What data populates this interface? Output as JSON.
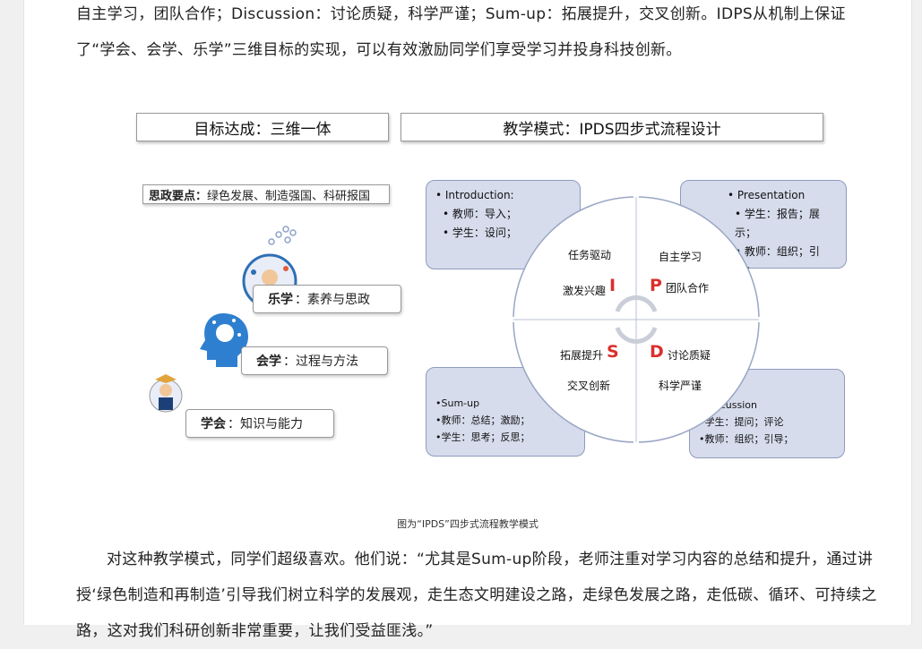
{
  "intro_text": "自主学习，团队合作；Discussion：讨论质疑，科学严谨；Sum-up：拓展提升，交叉创新。IDPS从机制上保证了“学会、会学、乐学”三维目标的实现，可以有效激励同学们享受学习并投身科技创新。",
  "figure": {
    "left_header": "目标达成：三维一体",
    "right_header": "教学模式：IPDS四步式流程设计",
    "ideology": {
      "label": "思政要点：",
      "text": "绿色发展、制造强国、科研报国"
    },
    "levels": [
      {
        "label": "乐学",
        "text": "：素养与思政"
      },
      {
        "label": "会学",
        "text": "：过程与方法"
      },
      {
        "label": "学会",
        "text": "：知识与能力"
      }
    ],
    "introduction": {
      "title": "• Introduction:",
      "lines": [
        "• 教师：导入；",
        "• 学生：设问；"
      ]
    },
    "presentation": {
      "title": "• Presentation",
      "lines": [
        "• 学生：报告；展示；",
        "• 教师：组织；引导；"
      ]
    },
    "sumup": {
      "title": "•Sum-up",
      "lines": [
        "•教师：总结；激励；",
        "•学生：思考；反思；"
      ]
    },
    "discussion": {
      "title": "•Discussion",
      "lines": [
        "•学生：提问；评论",
        "•教师：组织；引导；"
      ]
    },
    "quadrants": {
      "i_line1": "任务驱动",
      "i_line2": "激发兴趣",
      "i_letter": "I",
      "p_line1": "自主学习",
      "p_line2": "团队合作",
      "p_letter": "P",
      "s_line1": "拓展提升",
      "s_line2": "交叉创新",
      "s_letter": "S",
      "d_line1": "讨论质疑",
      "d_line2": "科学严谨",
      "d_letter": "D"
    }
  },
  "caption": "图为“IPDS”四步式流程教学模式",
  "body_text": "对这种教学模式，同学们超级喜欢。他们说：“尤其是Sum-up阶段，老师注重对学习内容的总结和提升，通过讲授‘绿色制造和再制造’引导我们树立科学的发展观，走生态文明建设之路，走绿色发展之路，走低碳、循环、可持续之路，这对我们科研创新非常重要，让我们受益匪浅。”"
}
